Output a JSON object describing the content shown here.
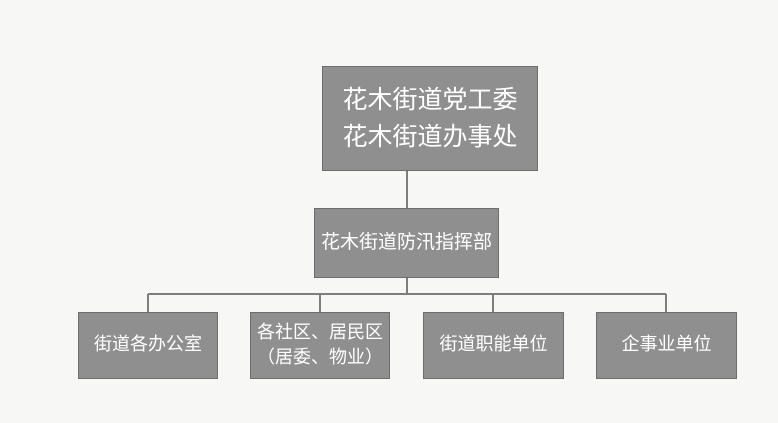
{
  "org_chart": {
    "root": {
      "lines": "花木街道党工委\n花木街道办事处"
    },
    "command": {
      "label": "花木街道防汛指挥部"
    },
    "children": [
      {
        "label": "街道各办公室"
      },
      {
        "label": "各社区、居民区\n（居委、物业）"
      },
      {
        "label": "街道职能单位"
      },
      {
        "label": "企事业单位"
      }
    ]
  }
}
